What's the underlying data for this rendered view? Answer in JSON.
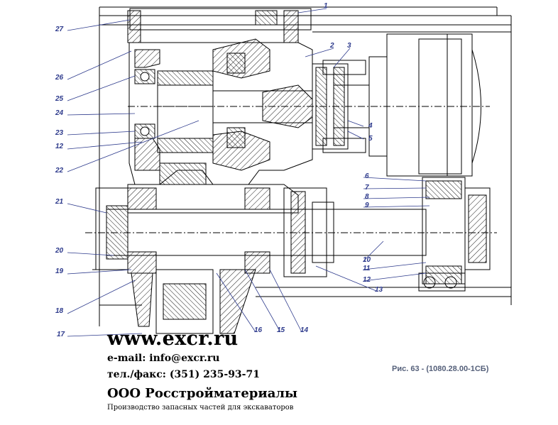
{
  "drawing": {
    "caption": "Рис. 63 - (1080.28.00-1СБ)",
    "callouts": {
      "c1": "1",
      "c2": "2",
      "c3": "3",
      "c4": "4",
      "c5": "5",
      "c6": "6",
      "c7": "7",
      "c8": "8",
      "c9": "9",
      "c10": "10",
      "c11": "11",
      "c12a": "12",
      "c12b": "12",
      "c13": "13",
      "c14": "14",
      "c15": "15",
      "c16": "16",
      "c17": "17",
      "c18": "18",
      "c19": "19",
      "c20": "20",
      "c21": "21",
      "c22": "22",
      "c23": "23",
      "c24": "24",
      "c25": "25",
      "c26": "26",
      "c27": "27"
    }
  },
  "watermark": {
    "site": "www.excr.ru",
    "email": "e-mail: info@excr.ru",
    "phone": "тел./факс: (351) 235-93-71",
    "company": "ООО Росстройматериалы",
    "tagline": "Производство запасных частей для экскаваторов"
  },
  "colors": {
    "line": "#000000",
    "callout": "#2d3a8c",
    "caption": "#55607a"
  }
}
